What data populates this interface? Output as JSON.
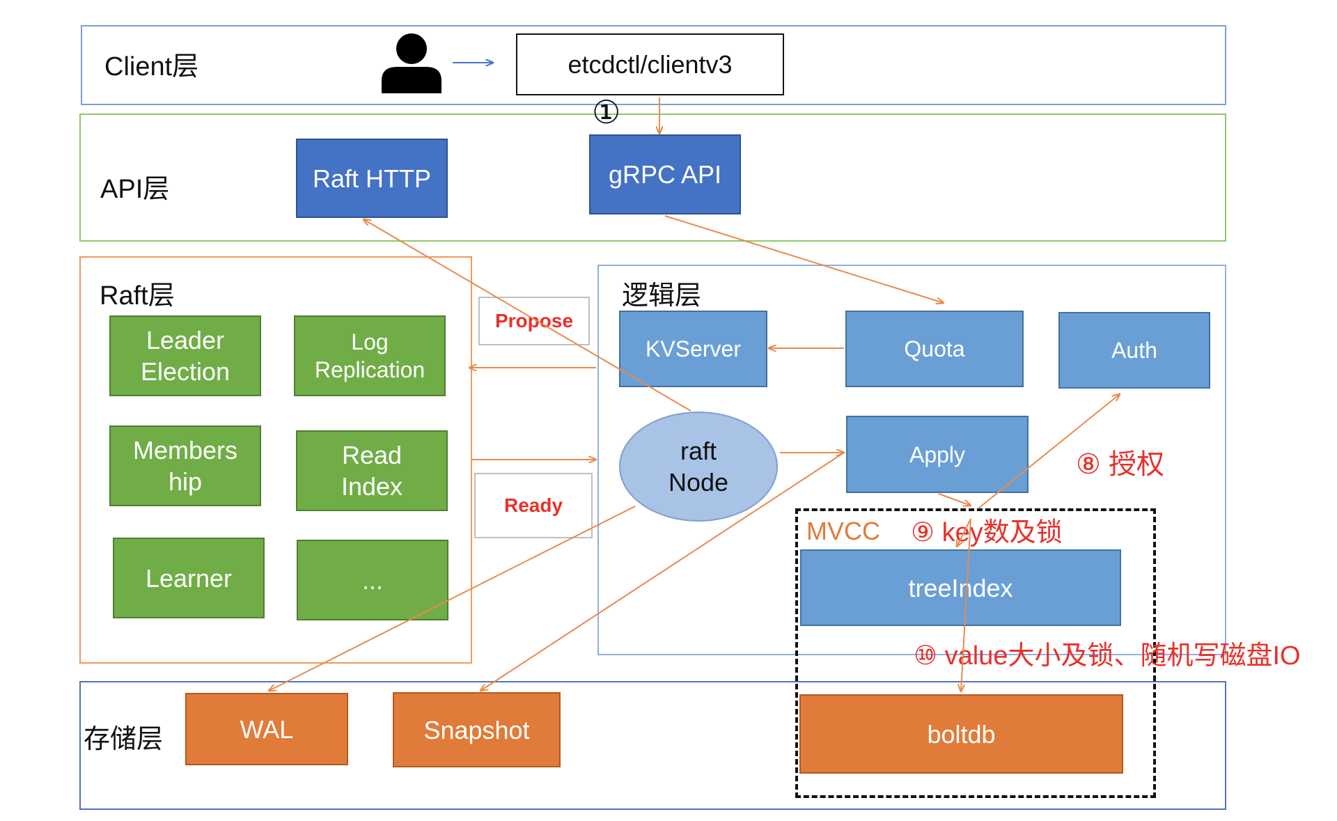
{
  "layers": {
    "client": "Client层",
    "api": "API层",
    "raft": "Raft层",
    "logic": "逻辑层",
    "storage": "存储层"
  },
  "client": {
    "cli_box": "etcdctl/clientv3",
    "step": "①"
  },
  "api": {
    "raft_http": "Raft HTTP",
    "grpc_api": "gRPC API"
  },
  "raft": {
    "leader_election": "Leader\nElection",
    "log_replication": "Log\nReplication",
    "membership": "Members\nhip",
    "read_index": "Read\nIndex",
    "learner": "Learner",
    "more": "..."
  },
  "labels": {
    "propose": "Propose",
    "ready": "Ready"
  },
  "logic": {
    "kvserver": "KVServer",
    "quota": "Quota",
    "auth": "Auth",
    "raft_node": "raft\nNode",
    "apply": "Apply"
  },
  "mvcc": {
    "title": "MVCC",
    "treeindex": "treeIndex",
    "boltdb": "boltdb"
  },
  "steps": {
    "auth": "⑧ 授权",
    "key": "⑨ key数及锁",
    "value": "⑩ value大小及锁、随机写磁盘IO"
  },
  "storage": {
    "wal": "WAL",
    "snapshot": "Snapshot"
  },
  "colors": {
    "client_border": "#7aa0d4",
    "api_border": "#8ec86a",
    "raft_border": "#ef9a5c",
    "logic_border": "#8fb0dc",
    "storage_border": "#4f72c0",
    "arrow": "#e98a4b",
    "arrow_blue": "#4472c4",
    "step_text": "#e8302a"
  }
}
